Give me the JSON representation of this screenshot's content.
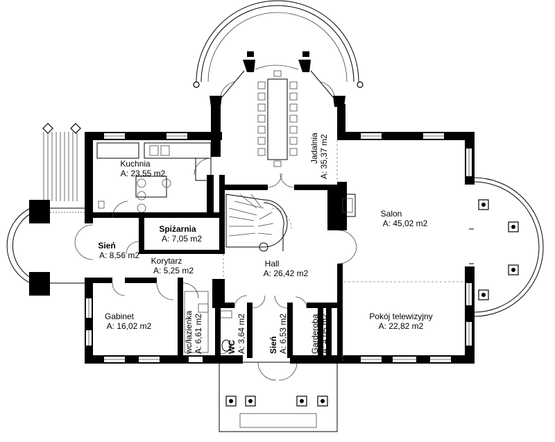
{
  "rooms": {
    "kuchnia": {
      "name": "Kuchnia",
      "area": "A: 23,55 m2"
    },
    "jadalnia": {
      "name": "Jadalnia",
      "area": "A: 35,37 m2"
    },
    "salon": {
      "name": "Salon",
      "area": "A: 45,02 m2"
    },
    "spizarnia": {
      "name": "Spiżarnia",
      "area": "A: 7,05 m2"
    },
    "sien1": {
      "name": "Sień",
      "area": "A: 8,56 m2"
    },
    "korytarz": {
      "name": "Korytarz",
      "area": "A: 5,25 m2"
    },
    "hall": {
      "name": "Hall",
      "area": "A: 26,42 m2"
    },
    "gabinet": {
      "name": "Gabinet",
      "area": "A: 16,02 m2"
    },
    "lazienka": {
      "name": "wc/łazienka",
      "area": "A: 6,61 m2"
    },
    "wc": {
      "name": "WC",
      "area": "A: 3,64 m2"
    },
    "sien2": {
      "name": "Sień",
      "area": "A: 6,53 m2"
    },
    "garderoba": {
      "name": "Garderoba",
      "area": "A: 4,05 m2"
    },
    "tv": {
      "name": "Pokój telewizyjny",
      "area": "A: 22,82 m2"
    }
  }
}
